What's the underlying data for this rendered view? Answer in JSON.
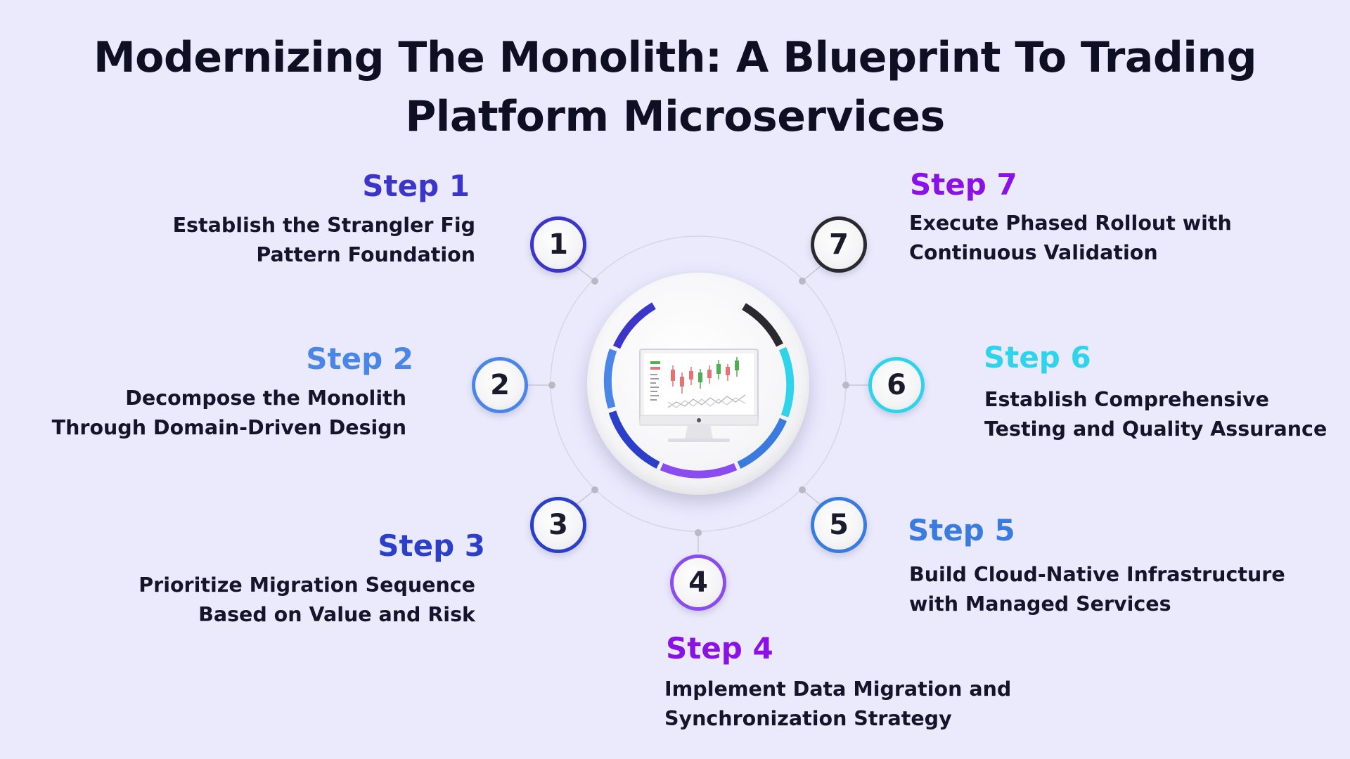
{
  "title": {
    "line1": "Modernizing The Monolith: A Blueprint To Trading",
    "line2": "Platform Microservices"
  },
  "steps": [
    {
      "number": "1",
      "heading": "Step 1",
      "line1": "Establish the Strangler Fig",
      "line2": "Pattern Foundation",
      "color": "#3b35c9"
    },
    {
      "number": "2",
      "heading": "Step 2",
      "line1": "Decompose the Monolith",
      "line2": "Through Domain-Driven Design",
      "color": "#4a86e8"
    },
    {
      "number": "3",
      "heading": "Step 3",
      "line1": "Prioritize Migration Sequence",
      "line2": "Based on Value and Risk",
      "color": "#2b3fc8"
    },
    {
      "number": "4",
      "heading": "Step 4",
      "line1": "Implement Data Migration and",
      "line2": "Synchronization Strategy",
      "color": "#8a2be2"
    },
    {
      "number": "5",
      "heading": "Step 5",
      "line1": "Build Cloud-Native Infrastructure",
      "line2": "with Managed Services",
      "color": "#3a7be0"
    },
    {
      "number": "6",
      "heading": "Step 6",
      "line1": "Establish Comprehensive",
      "line2": "Testing and Quality Assurance",
      "color": "#2ed3ec"
    },
    {
      "number": "7",
      "heading": "Step 7",
      "line1": "Execute Phased Rollout with",
      "line2": "Continuous Validation",
      "color": "#8a12e6"
    }
  ],
  "step_badge_colors": {
    "1": "#3b35c9",
    "2": "#4a86e8",
    "3": "#2b3fc8",
    "4": "#8a4bf0",
    "5": "#3a7be0",
    "6": "#2ed3ec",
    "7": "#2a2a2e"
  },
  "hub_icon": "trading-chart-monitor-icon"
}
